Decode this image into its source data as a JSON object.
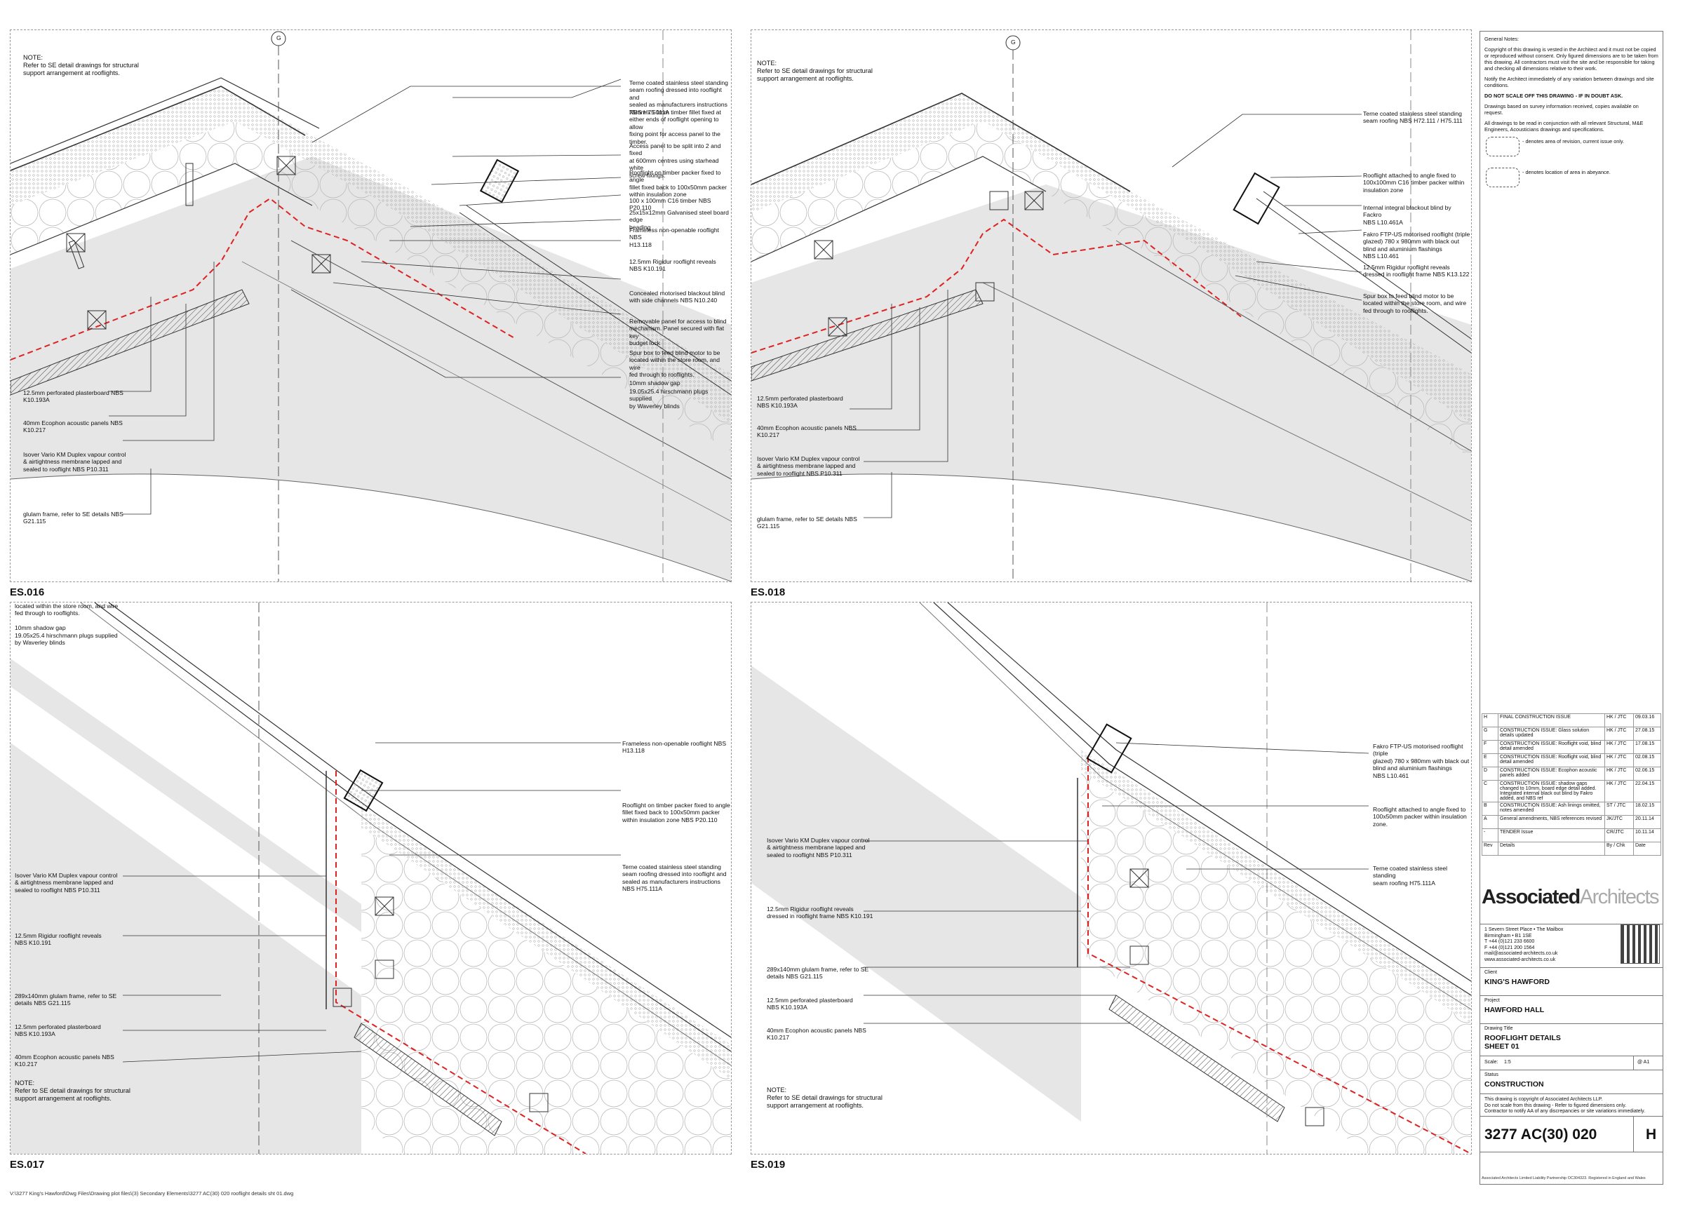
{
  "file_path": "V:\\3277 King's Hawford\\Dwg Files\\Drawing plot files\\(3) Secondary Elements\\3277 AC(30) 020 rooflight details sht 01.dwg",
  "details": {
    "es016": {
      "id": "ES.016",
      "grid": "G",
      "note": "NOTE:\nRefer to SE detail drawings for structural\nsupport arrangement at rooflights.",
      "right_labels": [
        "Terne coated stainless steel standing\nseam roofing dressed into rooflight and\nsealed as manufacturers instructions\nNBS H75 111A",
        "75mm x 50mm timber fillet fixed at\neither ends of rooflight opening to allow\nfixing point for access panel to the\ntimber.",
        "Access panel to be split into 2 and fixed\nat 600mm centres using starhead white\nscrew fixings.",
        "Rooflight on timber packer fixed to angle\nfillet fixed back to 100x50mm packer\nwithin insulation zone",
        "100 x 100mm C16 timber NBS P20.110",
        "25x15x12mm Galvanised steel board edge\nbeading",
        "Frameless non-openable rooflight NBS\nH13.118",
        "12.5mm Rigidur rooflight reveals\nNBS K10.191",
        "Concealed motorised blackout blind\nwith side channels NBS N10.240",
        "Removable panel for access to blind\nmechanism. Panel secured with flat key\nbudget lock",
        "Spur box to feed blind motor to be\nlocated within the store room, and wire\nfed through to rooflights.",
        "10mm shadow gap",
        "19.05x25.4 hirschmann plugs supplied\nby Waverley blinds"
      ],
      "left_labels": [
        "12.5mm perforated plasterboard  NBS\nK10.193A",
        "40mm Ecophon acoustic panels NBS\nK10.217",
        "Isover Vario KM Duplex vapour control\n& airtightness membrane lapped and\nsealed to rooflight NBS P10.311",
        "glulam frame, refer to SE details NBS\nG21.115"
      ]
    },
    "es018": {
      "id": "ES.018",
      "grid": "G",
      "note": "NOTE:\nRefer to SE detail drawings for structural\nsupport arrangement at rooflights.",
      "right_labels": [
        "Terne coated stainless steel standing\nseam roofing  NBS H72.111 / H75.111",
        "Rooflight attached to angle fixed to\n100x100mm C16 timber packer within\ninsulation zone",
        "Internal integral blackout blind by Fackro\nNBS L10.461A",
        "Fakro FTP-US motorised rooflight (triple\nglazed) 780 x 980mm with black out\nblind and aluminium flashings\nNBS L10.461",
        "12.5mm Rigidur rooflight reveals\ndressed in rooflight frame NBS K13.122",
        "Spur box to feed blind motor to be\nlocated within the store room, and wire\nfed through to rooflights."
      ],
      "left_labels": [
        "12.5mm perforated plasterboard\nNBS K10.193A",
        "40mm Ecophon acoustic panels NBS\nK10.217",
        "Isover Vario KM Duplex vapour control\n& airtightness membrane lapped and\nsealed to rooflight NBS P10.311",
        "glulam frame, refer to SE details NBS\nG21.115"
      ]
    },
    "es017": {
      "id": "ES.017",
      "top_labels": "located within the store room, and wire\nfed through to rooflights.\n\n10mm shadow gap\n19.05x25.4 hirschmann plugs supplied\nby Waverley blinds",
      "right_labels": [
        "Frameless non-openable rooflight NBS\nH13.118",
        "Rooflight on timber packer fixed to angle\nfillet fixed back to 100x50mm packer\nwithin insulation zone NBS P20.110",
        "Terne coated stainless steel standing\nseam roofing dressed into rooflight and\nsealed as manufacturers instructions\nNBS H75.111A"
      ],
      "left_labels": [
        "Isover Vario KM Duplex vapour control\n& airtightness membrane lapped and\nsealed to rooflight NBS P10.311",
        "12.5mm Rigidur rooflight reveals\nNBS K10.191",
        "289x140mm glulam frame, refer to SE\ndetails NBS G21.115",
        "12.5mm perforated plasterboard\nNBS K10.193A",
        "40mm Ecophon acoustic panels NBS\nK10.217",
        "NOTE:\nRefer to SE detail drawings for structural\nsupport arrangement at rooflights."
      ]
    },
    "es019": {
      "id": "ES.019",
      "right_labels": [
        "Fakro FTP-US motorised rooflight (triple\nglazed) 780 x 980mm with black out\nblind and aluminium flashings\nNBS L10.461",
        "Rooflight attached to angle fixed to\n100x50mm packer within insulation\nzone.",
        "Terne coated stainless steel standing\nseam roofing  H75.111A"
      ],
      "left_labels": [
        "Isover Vario KM Duplex vapour control\n& airtightness membrane lapped and\nsealed to rooflight NBS P10.311",
        "12.5mm Rigidur rooflight reveals\ndressed in rooflight frame NBS K10.191",
        "289x140mm glulam frame, refer to SE\ndetails NBS G21.115",
        "12.5mm perforated plasterboard\nNBS K10.193A",
        "40mm Ecophon acoustic panels NBS\nK10.217",
        "NOTE:\nRefer to SE detail drawings for structural\nsupport arrangement at rooflights."
      ]
    }
  },
  "title_block": {
    "general_notes": [
      "General Notes:",
      "Copyright of this drawing is vested in the Architect and it must not be copied or reproduced without consent. Only figured dimensions are to be taken from this drawing.  All contractors must visit the site and be responsible for taking and checking all dimensions relative to their work.",
      "Notify the Architect immediately of any variation between drawings and site conditions.",
      "DO NOT SCALE OFF THIS DRAWING - IF IN DOUBT ASK.",
      "Drawings based on survey information received, copies available on request.",
      "All drawings to be read in conjunction with all relevant Structural, M&E Engineers, Acousticians drawings and specifications."
    ],
    "cloud_legend": [
      "- denotes area of revision, current issue only.",
      "- denotes location of area in abeyance."
    ],
    "revisions": [
      [
        "H",
        "FINAL CONSTRUCTION ISSUE",
        "HK / JTC",
        "09.03.16"
      ],
      [
        "G",
        "CONSTRUCTION ISSUE: Glass solution details updated",
        "HK / JTC",
        "27.08.15"
      ],
      [
        "F",
        "CONSTRUCTION ISSUE: Rooflight void, blind detail amended",
        "HK / JTC",
        "17.08.15"
      ],
      [
        "E",
        "CONSTRUCTION ISSUE: Rooflight void, blind detail amended",
        "HK / JTC",
        "02.08.15"
      ],
      [
        "D",
        "CONSTRUCTION ISSUE: Ecophon acoustic panels added",
        "HK / JTC",
        "02.06.15"
      ],
      [
        "C",
        "CONSTRUCTION ISSUE: shadow gaps changed to 10mm, board edge detail added. Integrated internal black out blind by Fakro added, and NBS ref",
        "HK / JTC",
        "22.04.15"
      ],
      [
        "B",
        "CONSTRUCTION ISSUE: Ash linings omitted, notes amended",
        "ST / JTC",
        "18.02.15"
      ],
      [
        "A",
        "General amendments, NBS references revised",
        "JK/JTC",
        "20.11.14"
      ],
      [
        "-",
        "TENDER Issue",
        "CR/JTC",
        "10.11.14"
      ],
      [
        "Rev",
        "Details",
        "By / Chk",
        "Date"
      ]
    ],
    "logo_bold": "Associated",
    "logo_light": "Architects",
    "address": "1 Severn Street Place • The Mailbox\nBirmingham • B1 1SE\nT +44 (0)121 233 6600\nF +44 (0)121 200 1564\nmail@associated-architects.co.uk\nwww.associated-architects.co.uk",
    "client_label": "Client",
    "client": "KING'S HAWFORD",
    "project_label": "Project",
    "project": "HAWFORD HALL",
    "title_label": "Drawing Title",
    "title": "ROOFLIGHT DETAILS\nSHEET 01",
    "scale_label": "Scale:",
    "scale": "1:5",
    "paper": "@ A1",
    "status_label": "Status",
    "status": "CONSTRUCTION",
    "copyright": "This drawing is copyright of Associated Architects LLP.\nDo not scale from this drawing - Refer to figured dimensions only.\nContractor to notify AA of any discrepancies or site variations immediately.",
    "drawing_number": "3277 AC(30) 020",
    "revision": "H",
    "footer": "Associated Architects Limited Liability Partnership OC304323. Registered in England and Wales"
  }
}
